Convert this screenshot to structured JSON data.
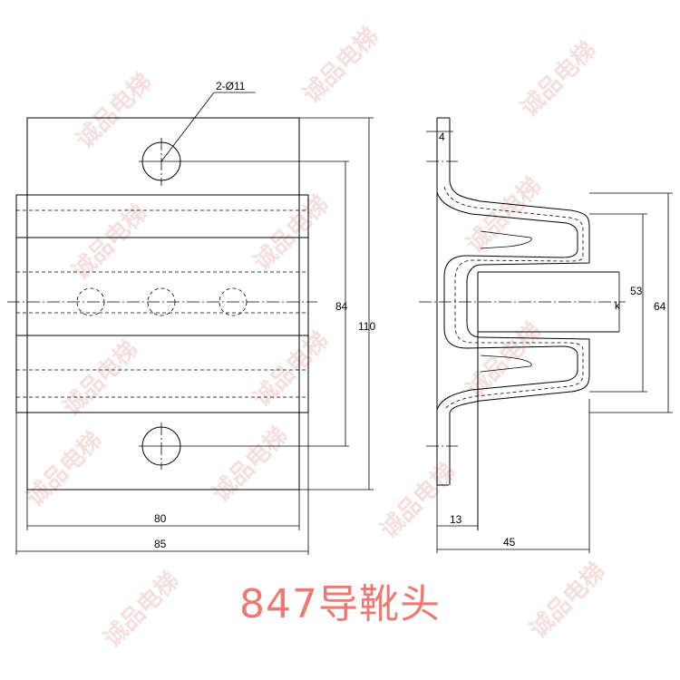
{
  "title": "847导靴头",
  "watermark": "诚品电梯",
  "colors": {
    "caption": "#f07872",
    "watermark": "#d98a8a",
    "line": "#000000"
  },
  "dimensions": {
    "hole_label": "2-Ø11",
    "width_80": "80",
    "width_85": "85",
    "height_84": "84",
    "height_110": "110",
    "thickness_4": "4",
    "inner_53": "53",
    "outer_64": "64",
    "k_label": "k",
    "offset_13": "13",
    "depth_45": "45"
  }
}
